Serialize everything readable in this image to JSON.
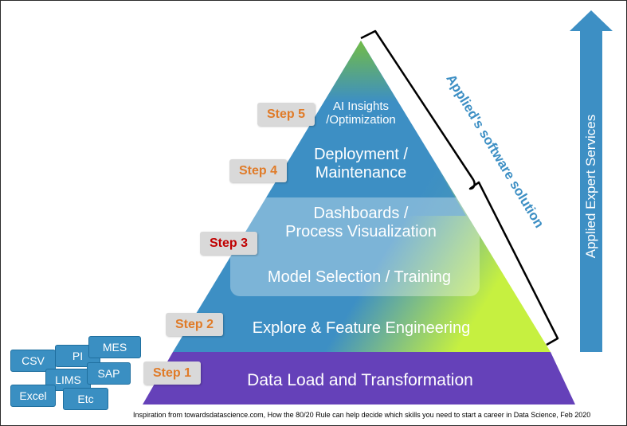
{
  "pyramid": {
    "levels": [
      {
        "step": "Step 1",
        "lines": [
          "Data Load and Transformation"
        ]
      },
      {
        "step": "Step 2",
        "lines": [
          "Explore & Feature Engineering"
        ]
      },
      {
        "step": "Step 3",
        "lines": [
          "Dashboards /",
          "Process Visualization",
          "Model Selection / Training"
        ]
      },
      {
        "step": "Step 4",
        "lines": [
          "Deployment /",
          "Maintenance"
        ]
      },
      {
        "step": "Step 5",
        "lines": [
          "AI Insights",
          "/Optimization"
        ]
      }
    ]
  },
  "sources": [
    "CSV",
    "PI",
    "MES",
    "LIMS",
    "SAP",
    "Excel",
    "Etc"
  ],
  "bracket_label": "Applied's software solution",
  "arrow_label": "Applied Expert Services",
  "credit": "Inspiration from towardsdatascience.com, How the 80/20 Rule can help decide which skills you need to start a career in Data Science, Feb 2020",
  "colors": {
    "step_orange": "#e07b28",
    "step_red": "#c00000",
    "pyramid_blue": "#3d8fc4",
    "pyramid_green": "#8cd13a",
    "base_purple": "#6541b9",
    "arrow_blue": "#3d8fc4"
  }
}
